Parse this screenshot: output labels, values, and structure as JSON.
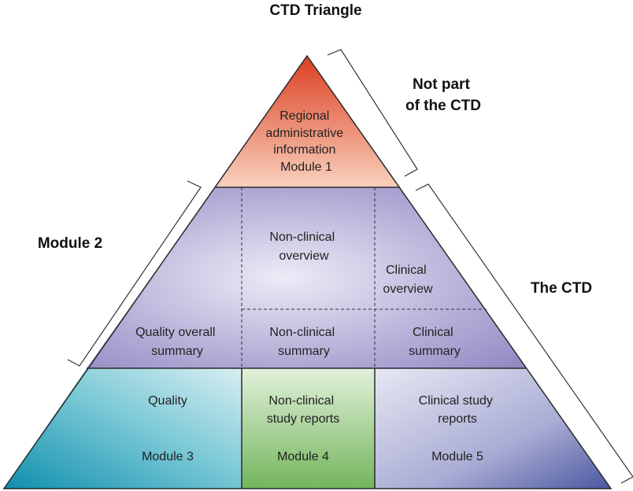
{
  "title": "CTD Triangle",
  "side_labels": {
    "not_part": [
      "Not part",
      "of the CTD"
    ],
    "module2": "Module 2",
    "the_ctd": "The CTD"
  },
  "top": {
    "text": [
      "Regional",
      "administrative",
      "information",
      "Module 1"
    ],
    "color_top": "#e04a2e",
    "color_bottom": "#f8c6ad"
  },
  "module2": {
    "nonclinical_overview": [
      "Non-clinical",
      "overview"
    ],
    "clinical_overview": [
      "Clinical",
      "overview"
    ],
    "quality_overall_summary": [
      "Quality overall",
      "summary"
    ],
    "nonclinical_summary": [
      "Non-clinical",
      "summary"
    ],
    "clinical_summary": [
      "Clinical",
      "summary"
    ],
    "color": "#a49ccc"
  },
  "bottom": {
    "quality": "Quality",
    "module3": "Module 3",
    "nonclinical_reports": [
      "Non-clinical",
      "study reports"
    ],
    "module4": "Module 4",
    "clinical_reports": [
      "Clinical study",
      "reports"
    ],
    "module5": "Module 5",
    "color_quality": "#58b8c8",
    "color_nonclinical": "#8cc47a",
    "color_clinical": "#8a90c2"
  }
}
